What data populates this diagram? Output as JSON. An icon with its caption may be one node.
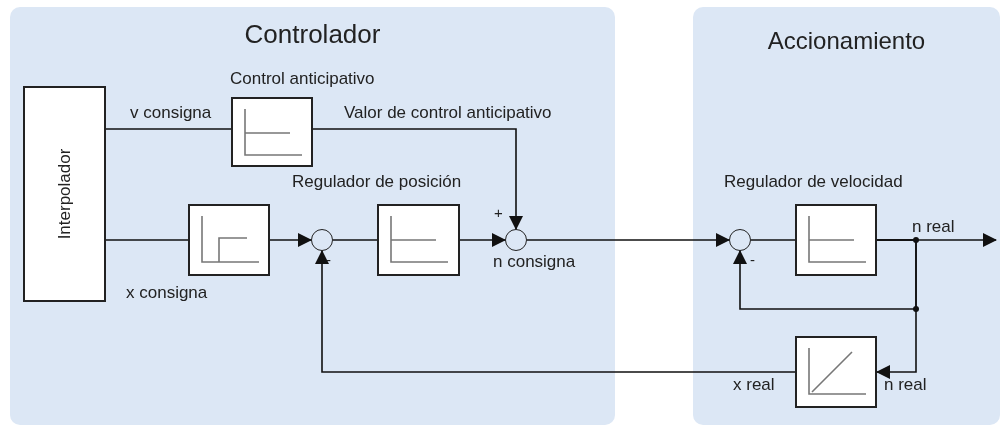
{
  "diagram": {
    "nodes": [
      {
        "text": [
          "Controlador"
        ]
      },
      {
        "text": [
          "Accionamiento"
        ]
      },
      {
        "text": [
          "Interpolador"
        ],
        "in": 0
      },
      {
        "text": [
          "Control anticipativo"
        ],
        "in": 0
      },
      {
        "text": [],
        "shape": "box",
        "in": 0
      },
      {
        "text": [],
        "shape": "circle",
        "in": 0
      },
      {
        "text": [
          "Regulador de posición"
        ],
        "in": 0
      },
      {
        "text": [],
        "shape": "circle",
        "in": 0
      },
      {
        "text": [],
        "shape": "circle",
        "in": 1
      },
      {
        "text": [
          "Regulador de velocidad"
        ],
        "in": 1
      },
      {
        "text": [],
        "shape": "box",
        "in": 1
      }
    ],
    "edges": [
      {
        "from": 2,
        "to": 3,
        "arrow": "none",
        "label": "v consigna"
      },
      {
        "from": 3,
        "to": 7,
        "arrow": "to",
        "label": "Valor de control anticipativo"
      },
      {
        "from": 2,
        "to": 4,
        "arrow": "none",
        "label": "x consigna"
      },
      {
        "from": 4,
        "to": 5,
        "arrow": "to"
      },
      {
        "from": 5,
        "to": 6,
        "arrow": "none"
      },
      {
        "from": 6,
        "to": 7,
        "arrow": "to"
      },
      {
        "from": 7,
        "to": 8,
        "arrow": "to",
        "label": "n consigna"
      },
      {
        "from": 8,
        "to": 9,
        "arrow": "none"
      },
      {
        "from": 9,
        "to": null,
        "arrow": "to",
        "label": "n real"
      },
      {
        "from": 9,
        "to": 8,
        "arrow": "to"
      },
      {
        "from": 9,
        "to": 10,
        "arrow": "to",
        "label": "n real"
      },
      {
        "from": 10,
        "to": 5,
        "arrow": "to",
        "label": "x real"
      }
    ],
    "labels": [
      "+",
      "-",
      "-"
    ]
  }
}
